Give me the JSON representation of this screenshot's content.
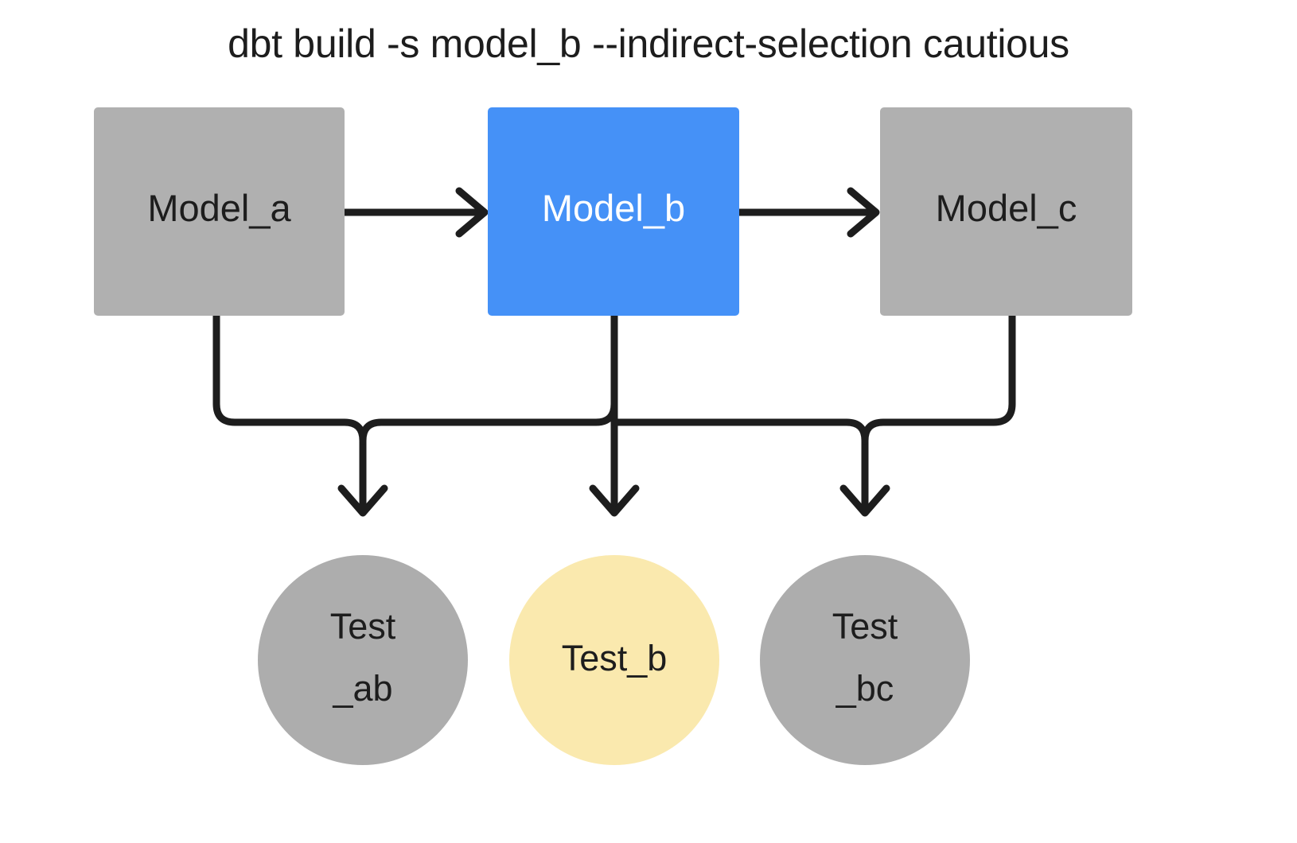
{
  "title": "dbt build -s model_b --indirect-selection cautious",
  "colors": {
    "background": "#ffffff",
    "node_gray": "#b0b0b0",
    "circle_gray": "#adadad",
    "selected_blue": "#4591f7",
    "selected_yellow": "#fae9ae",
    "edge": "#1d1d1d",
    "text_dark": "#1d1d1d",
    "text_light": "#ffffff"
  },
  "nodes": {
    "models": [
      {
        "id": "model_a",
        "label": "Model_a",
        "state": "unselected",
        "fill": "#b0b0b0",
        "text_color": "#1d1d1d"
      },
      {
        "id": "model_b",
        "label": "Model_b",
        "state": "selected",
        "fill": "#4591f7",
        "text_color": "#ffffff"
      },
      {
        "id": "model_c",
        "label": "Model_c",
        "state": "unselected",
        "fill": "#b0b0b0",
        "text_color": "#1d1d1d"
      }
    ],
    "tests": [
      {
        "id": "test_ab",
        "label": "Test\n_ab",
        "state": "unselected",
        "fill": "#adadad",
        "text_color": "#1d1d1d"
      },
      {
        "id": "test_b",
        "label": "Test_b",
        "state": "selected",
        "fill": "#fae9ae",
        "text_color": "#1d1d1d"
      },
      {
        "id": "test_bc",
        "label": "Test\n_bc",
        "state": "unselected",
        "fill": "#adadad",
        "text_color": "#1d1d1d"
      }
    ]
  },
  "edges": [
    {
      "from": "model_a",
      "to": "model_b",
      "kind": "horizontal-arrow"
    },
    {
      "from": "model_b",
      "to": "model_c",
      "kind": "horizontal-arrow"
    },
    {
      "from": "model_a",
      "to": "test_ab",
      "kind": "elbow-arrow"
    },
    {
      "from": "model_b",
      "to": "test_ab",
      "kind": "elbow-arrow"
    },
    {
      "from": "model_b",
      "to": "test_b",
      "kind": "straight-arrow"
    },
    {
      "from": "model_b",
      "to": "test_bc",
      "kind": "elbow-arrow"
    },
    {
      "from": "model_c",
      "to": "test_bc",
      "kind": "elbow-arrow"
    }
  ]
}
